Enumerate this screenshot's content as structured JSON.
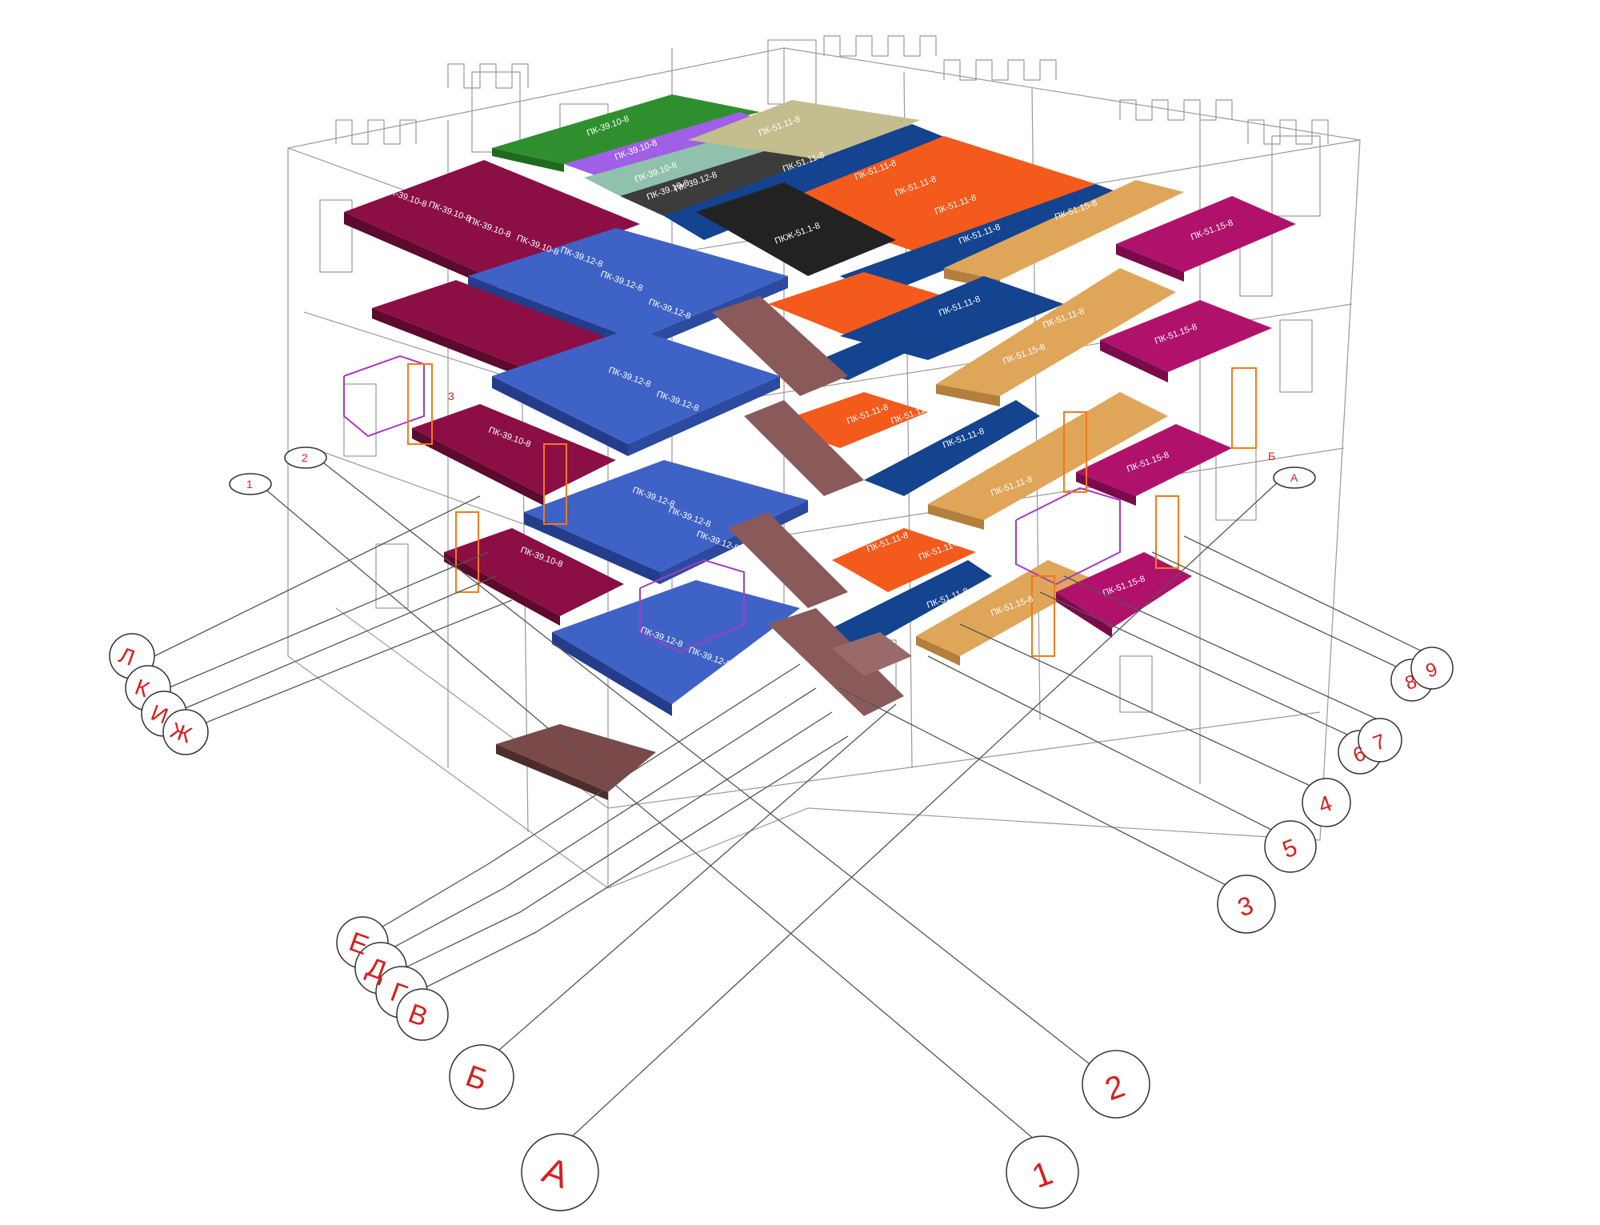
{
  "colors": {
    "purple_red": "#8b0f45",
    "blue": "#3f62c6",
    "dark_blue": "#14438f",
    "orange": "#f35a1b",
    "tan": "#dfa65a",
    "magenta": "#b0126b",
    "khaki": "#c4bd8e",
    "green": "#2f8f2f",
    "violet": "#9f5fe6",
    "mint": "#8fc1ad",
    "dark_grey": "#3c3c3c",
    "stair": "#7a4a4a",
    "rail_purple": "#a63bc6",
    "frame_orange": "#f37a18",
    "axis_red": "#d81e1e",
    "wire": "#9a9a9a"
  },
  "slab_labels": {
    "a1": "ПК-39.10-8",
    "a2": "ПК-39.10-8",
    "a3": "ПК-39.10-8",
    "a4": "ПК-39.10-8",
    "b1": "ПК-39.12-8",
    "b2": "ПК-39.12-8",
    "b3": "ПК-39.12-8",
    "c1": "ПК-39.12-8",
    "c2": "ПК-39.12-8",
    "d1": "ПК-39.12-8",
    "d2": "ПК-39.12-8",
    "d3": "ПК-39.12-8",
    "e1": "ПК-39.12-8",
    "e2": "ПК-39.12-8",
    "f1": "ПК-39.10-8",
    "f2": "ПК-39.10-8",
    "g1": "ПК-51.11-8",
    "g2": "ПК-51.11-8",
    "g3": "ПК-51.11-8",
    "h1": "ПК-51.11-8",
    "h2": "ПК-51.11-8",
    "h3": "ПК-51.11-8",
    "i1": "ПК-51.15-8",
    "i2": "ПК-51.15-8",
    "i3": "ПК-51.15-8",
    "i4": "ПК-51.15-8",
    "j1": "ПК-51.11-8",
    "j2": "ПК-51.11-8",
    "k1": "ПК-51.11-8",
    "k2": "ПК-51.11-8",
    "l1": "ПК-39.10-8",
    "l2": "ПК-39.10-8",
    "l3": "ПК-39.10-8",
    "l4": "ПК-39.10-8",
    "l5": "ПК-39.12-8",
    "m1": "ПК-51.11-8",
    "m2": "ПК-51.11-8",
    "n1": "ПК-51.11-8",
    "n2": "ПК-51.11-8",
    "t1": "ПК-51.11-8",
    "u1": "ПК-51.15-8",
    "u2": "ПК-51.15-8",
    "v1": "ПК-51.15-8",
    "w1": "ПКЖ-51.1-8"
  },
  "axes": {
    "l": "Л",
    "k": "К",
    "i": "И",
    "zh": "Ж",
    "ye": "Е",
    "d": "Д",
    "g": "Г",
    "v": "В",
    "b": "Б",
    "a": "А",
    "n1": "1",
    "n2": "2",
    "n3": "3",
    "n4": "4",
    "n5": "5",
    "n6": "6",
    "n7": "7",
    "n8": "8",
    "n9": "9",
    "small_1": "1",
    "small_2": "2",
    "small_a": "А",
    "small_b": "Б",
    "small_3": "3"
  }
}
